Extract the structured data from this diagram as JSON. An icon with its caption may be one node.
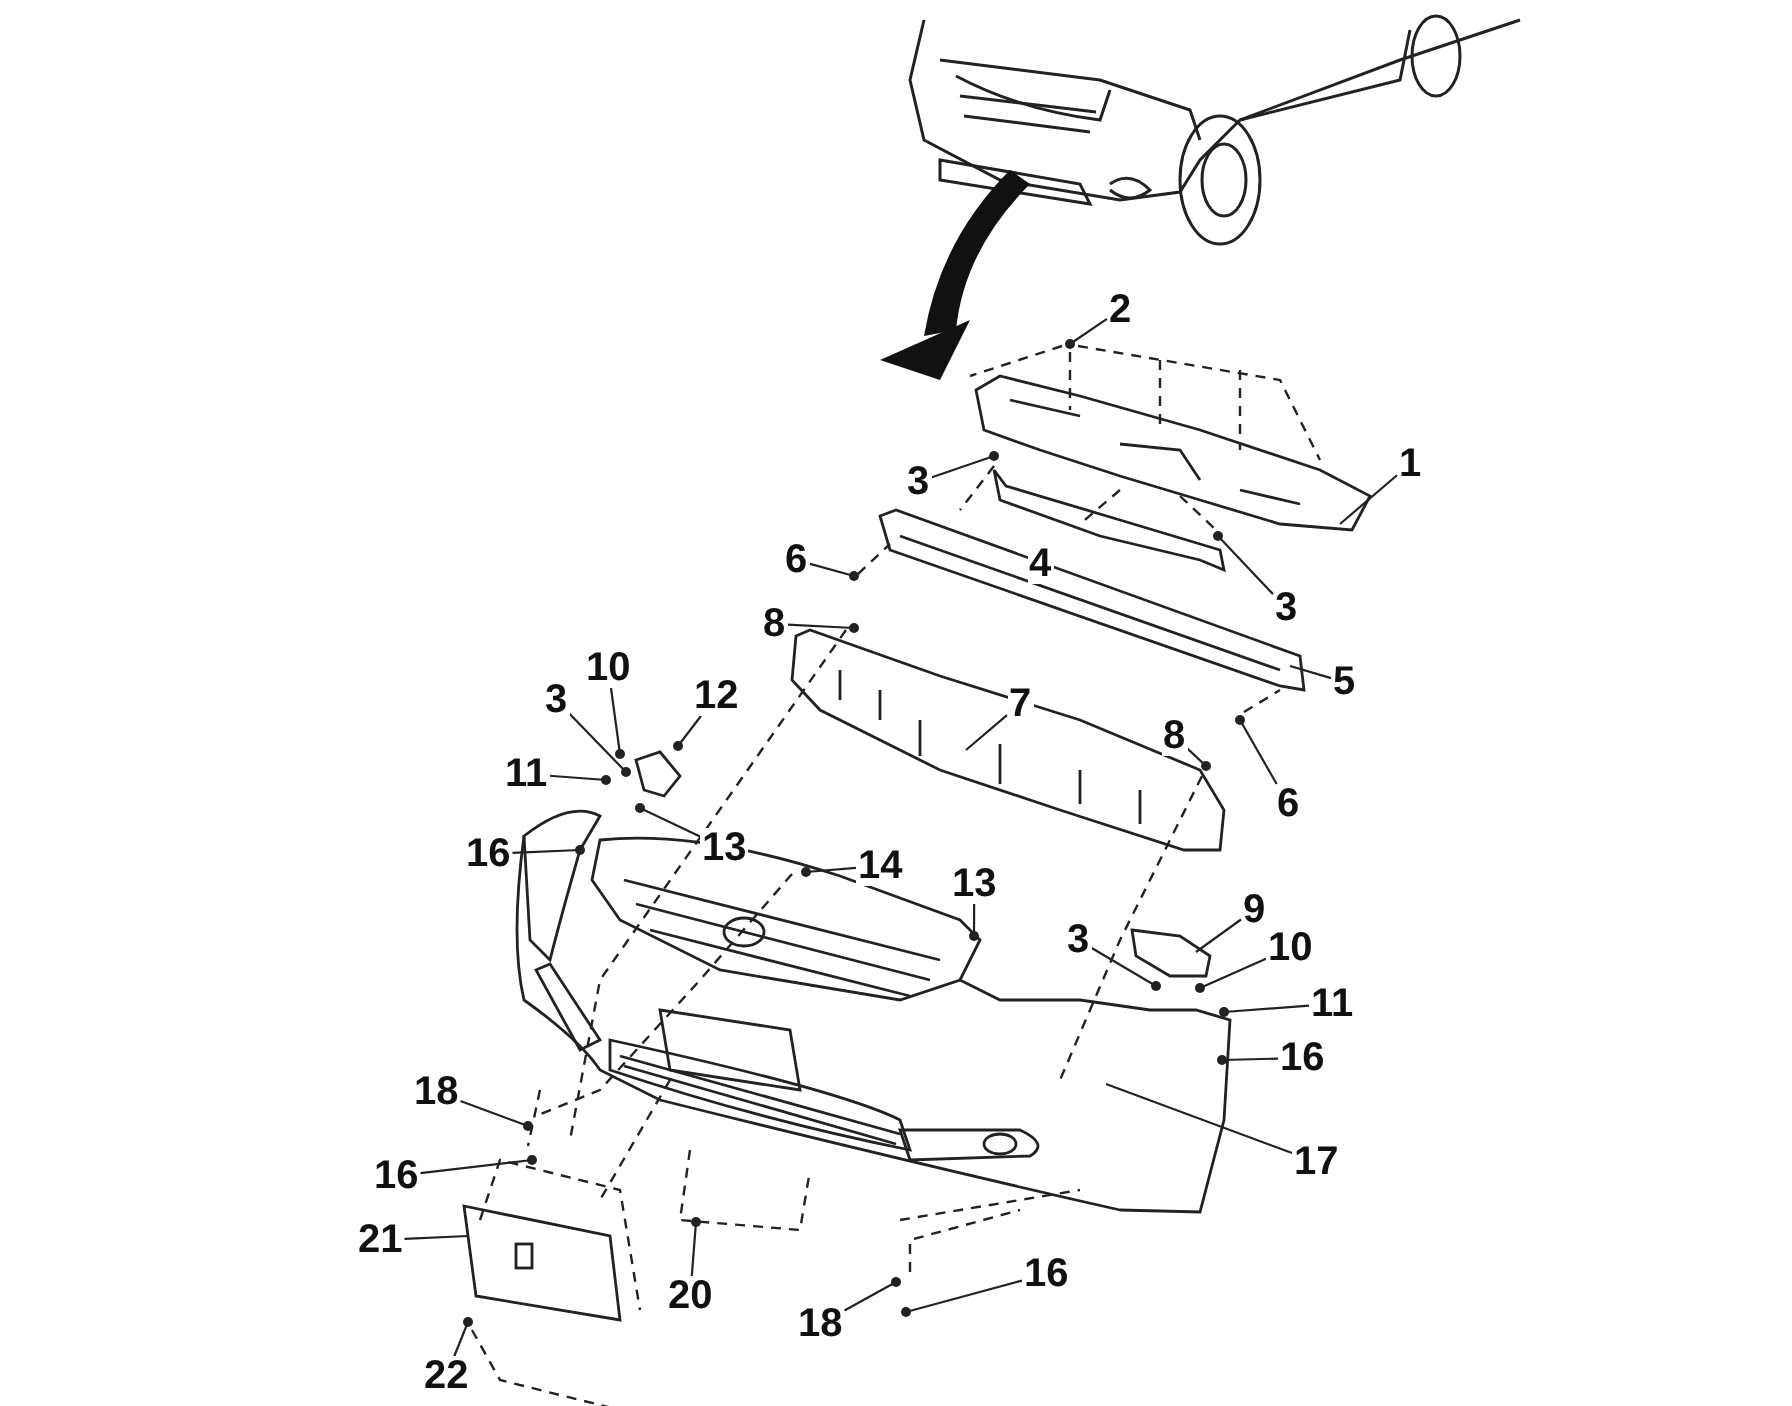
{
  "diagram": {
    "nodes": [
      {
        "text": [
          "2"
        ]
      },
      {
        "text": [
          "1"
        ]
      },
      {
        "text": [
          "3"
        ]
      },
      {
        "text": [
          "4"
        ]
      },
      {
        "text": [
          "3"
        ]
      },
      {
        "text": [
          "6"
        ]
      },
      {
        "text": [
          "8"
        ]
      },
      {
        "text": [
          "5"
        ]
      },
      {
        "text": [
          "10"
        ]
      },
      {
        "text": [
          "12"
        ]
      },
      {
        "text": [
          "3"
        ]
      },
      {
        "text": [
          "7"
        ]
      },
      {
        "text": [
          "11"
        ]
      },
      {
        "text": [
          "8"
        ]
      },
      {
        "text": [
          "6"
        ]
      },
      {
        "text": [
          "13"
        ]
      },
      {
        "text": [
          "16"
        ]
      },
      {
        "text": [
          "14"
        ]
      },
      {
        "text": [
          "13"
        ]
      },
      {
        "text": [
          "9"
        ]
      },
      {
        "text": [
          "3"
        ]
      },
      {
        "text": [
          "10"
        ]
      },
      {
        "text": [
          "11"
        ]
      },
      {
        "text": [
          "16"
        ]
      },
      {
        "text": [
          "18"
        ]
      },
      {
        "text": [
          "16"
        ]
      },
      {
        "text": [
          "17"
        ]
      },
      {
        "text": [
          "21"
        ]
      },
      {
        "text": [
          "20"
        ]
      },
      {
        "text": [
          "16"
        ]
      },
      {
        "text": [
          "18"
        ]
      },
      {
        "text": [
          "22"
        ]
      }
    ],
    "edges": [
      {
        "from": 0,
        "to": null,
        "arrow": "other"
      },
      {
        "from": 1,
        "to": null,
        "arrow": "none"
      },
      {
        "from": 2,
        "to": null,
        "arrow": "other"
      },
      {
        "from": 4,
        "to": null,
        "arrow": "other"
      },
      {
        "from": 5,
        "to": null,
        "arrow": "other"
      },
      {
        "from": 6,
        "to": null,
        "arrow": "other"
      },
      {
        "from": 7,
        "to": null,
        "arrow": "none"
      },
      {
        "from": 8,
        "to": null,
        "arrow": "other"
      },
      {
        "from": 9,
        "to": null,
        "arrow": "other"
      },
      {
        "from": 10,
        "to": null,
        "arrow": "other"
      },
      {
        "from": 11,
        "to": null,
        "arrow": "none"
      },
      {
        "from": 12,
        "to": null,
        "arrow": "other"
      },
      {
        "from": 13,
        "to": null,
        "arrow": "other"
      },
      {
        "from": 14,
        "to": null,
        "arrow": "other"
      },
      {
        "from": 15,
        "to": null,
        "arrow": "other"
      },
      {
        "from": 16,
        "to": null,
        "arrow": "other"
      },
      {
        "from": 17,
        "to": null,
        "arrow": "other"
      },
      {
        "from": 18,
        "to": null,
        "arrow": "other"
      },
      {
        "from": 19,
        "to": null,
        "arrow": "none"
      },
      {
        "from": 20,
        "to": null,
        "arrow": "other"
      },
      {
        "from": 21,
        "to": null,
        "arrow": "other"
      },
      {
        "from": 22,
        "to": null,
        "arrow": "other"
      },
      {
        "from": 23,
        "to": null,
        "arrow": "other"
      },
      {
        "from": 24,
        "to": null,
        "arrow": "other"
      },
      {
        "from": 25,
        "to": null,
        "arrow": "other"
      },
      {
        "from": 26,
        "to": null,
        "arrow": "none"
      },
      {
        "from": 27,
        "to": null,
        "arrow": "none"
      },
      {
        "from": 28,
        "to": null,
        "arrow": "other"
      },
      {
        "from": 29,
        "to": null,
        "arrow": "other"
      },
      {
        "from": 30,
        "to": null,
        "arrow": "other"
      },
      {
        "from": 31,
        "to": null,
        "arrow": "other"
      }
    ]
  }
}
